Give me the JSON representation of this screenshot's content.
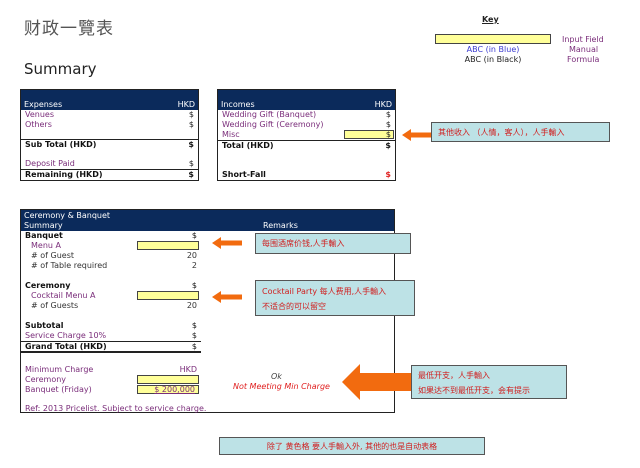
{
  "page": {
    "title": "财政一覽表",
    "summary_title": "Summary"
  },
  "key": {
    "title": "Key",
    "items": [
      {
        "sample": "",
        "label": "Input Field"
      },
      {
        "sample": "ABC (in Blue)",
        "label": "Manual"
      },
      {
        "sample": "ABC (in Black)",
        "label": "Formula"
      }
    ]
  },
  "expenses": {
    "header": "Expenses",
    "currency": "HKD",
    "rows": [
      {
        "label": "Venues",
        "value": "$"
      },
      {
        "label": "Others",
        "value": "$"
      }
    ],
    "subtotal": {
      "label": "Sub Total (HKD)",
      "value": "$"
    },
    "deposit": {
      "label": "Deposit Paid",
      "value": "$"
    },
    "remaining": {
      "label": "Remaining (HKD)",
      "value": "$"
    }
  },
  "incomes": {
    "header": "Incomes",
    "currency": "HKD",
    "rows": [
      {
        "label": "Wedding Gift (Banquet)",
        "value": "$"
      },
      {
        "label": "Wedding Gift (Ceremony)",
        "value": "$"
      },
      {
        "label": "Misc",
        "value": "$"
      }
    ],
    "total": {
      "label": "Total (HKD)",
      "value": "$"
    },
    "shortfall": {
      "label": "Short-Fall",
      "value": "$"
    }
  },
  "ceremony_banquet": {
    "header_line1": "Ceremony & Banquet",
    "header_line2": "Summary",
    "remarks_header": "Remarks",
    "banquet": {
      "label": "Banquet",
      "value": "$",
      "menu_label": "Menu A",
      "menu_value": "",
      "guests_label": "# of Guest",
      "guests_value": "20",
      "tables_label": "# of Table required",
      "tables_value": "2"
    },
    "ceremony": {
      "label": "Ceremony",
      "value": "$",
      "menu_label": "Cocktail Menu A",
      "menu_value": "",
      "guests_label": "# of Guests",
      "guests_value": "20"
    },
    "subtotal": {
      "label": "Subtotal",
      "value": "$"
    },
    "service": {
      "label": "Service Charge 10%",
      "value": "$"
    },
    "grand_total": {
      "label": "Grand Total (HKD)",
      "value": "$"
    },
    "min_charge": {
      "label": "Minimum Charge",
      "currency": "HKD",
      "ceremony_label": "Ceremony",
      "ceremony_value": "",
      "banquet_label": "Banquet (Friday)",
      "banquet_value": "$ 200,000",
      "status_ok": "Ok",
      "status_warn": "Not Meeting Min Charge"
    },
    "ref": "Ref: 2013 Pricelist. Subject to service charge."
  },
  "notes": {
    "misc": "其他收入 （人情，客人），人手輸入",
    "menu": "每围酒席价钱,人手輸入",
    "cocktail_line1": "Cocktail Party 每人费用,人手輸入",
    "cocktail_line2": "不适合的可以留空",
    "min_line1": "最低开支，人手輸入",
    "min_line2": "如果达不到最低开支，会有提示",
    "footer": "除了 黄色格 要人手輸入外, 其他的也是自动表格"
  },
  "colors": {
    "header_bg": "#0b2a5b",
    "input_yellow": "#ffff99",
    "note_bg": "#bde2e6",
    "arrow": "#f26b0f",
    "note_text": "#d02020"
  }
}
